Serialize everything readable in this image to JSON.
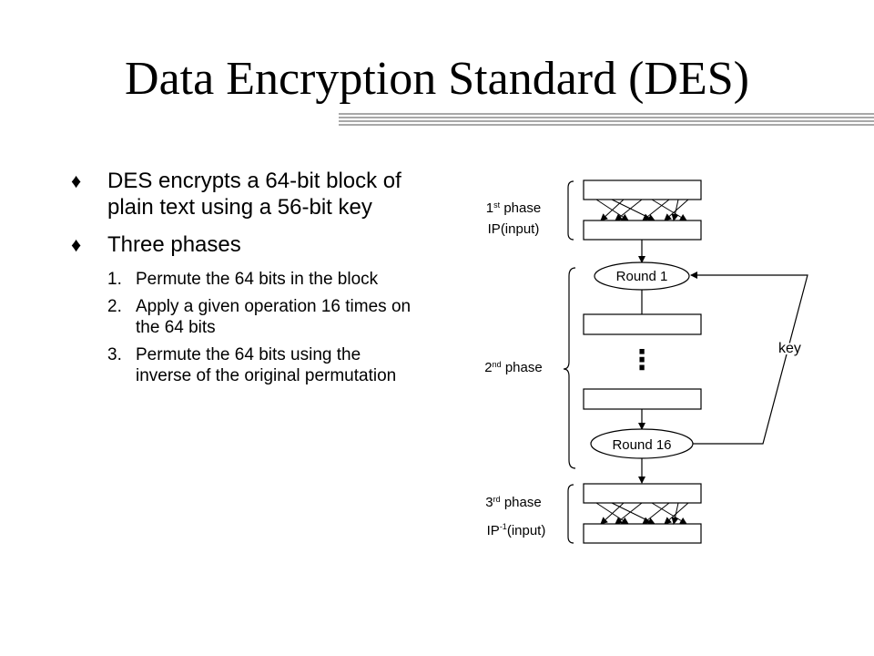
{
  "title": "Data Encryption Standard (DES)",
  "bullets": [
    {
      "mark": "♦",
      "text": "DES encrypts a 64-bit block of plain text using a 56-bit key"
    },
    {
      "mark": "♦",
      "text": "Three phases"
    }
  ],
  "steps": [
    {
      "num": "1.",
      "text": "Permute the 64 bits in the block"
    },
    {
      "num": "2.",
      "text": "Apply a given operation 16 times on the 64 bits"
    },
    {
      "num": "3.",
      "text": "Permute the 64 bits using the inverse of the original permutation"
    }
  ],
  "diagram": {
    "phase1": {
      "num": "1",
      "sup": "st",
      "word": " phase",
      "label": "IP(input)"
    },
    "phase2": {
      "num": "2",
      "sup": "nd",
      "word": " phase"
    },
    "phase3": {
      "num": "3",
      "sup": "rd",
      "word": " phase",
      "label_base": "IP",
      "label_sup": "-1",
      "label_rest": "(input)"
    },
    "round_first": "Round 1",
    "round_last": "Round 16",
    "ellipsis": "⋮",
    "key": "key"
  }
}
